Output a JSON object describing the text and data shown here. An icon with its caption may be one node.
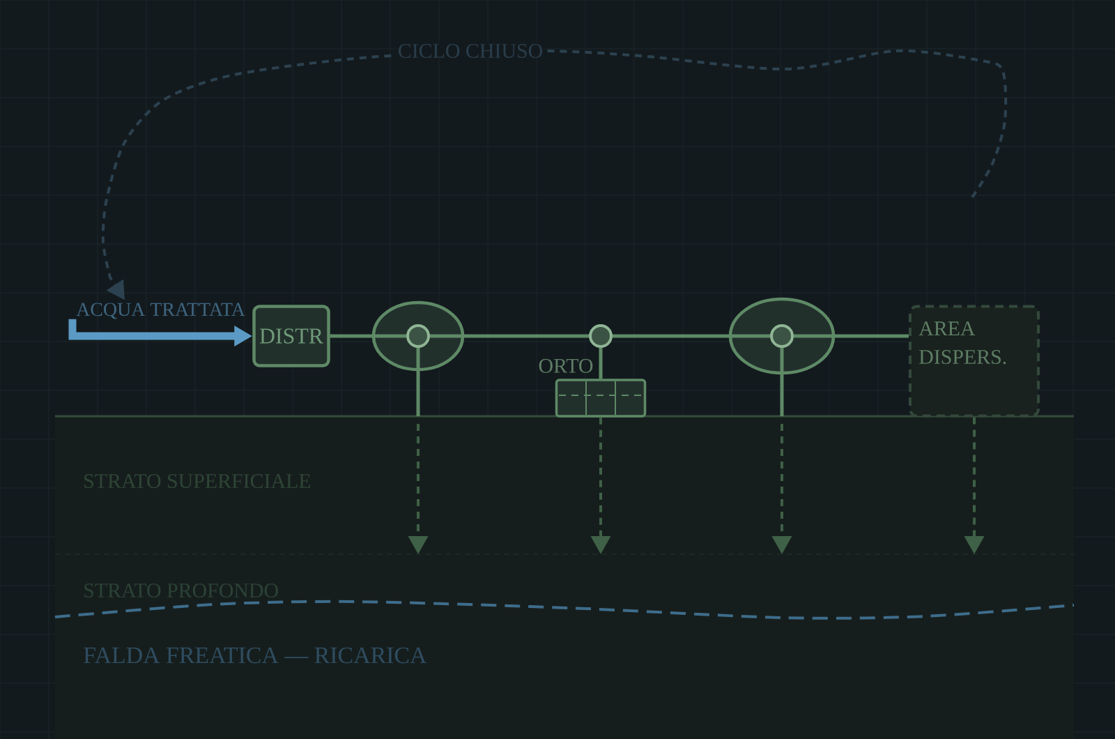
{
  "diagram": {
    "nodes": [
      {
        "text": [
          "ACQUA TRATTATA"
        ]
      },
      {
        "text": [
          "DISTR"
        ]
      },
      {
        "text": [],
        "shape": "ellipse"
      },
      {
        "text": [],
        "shape": "circle",
        "in": 2
      },
      {
        "text": [],
        "shape": "circle"
      },
      {
        "text": [
          "ORTO"
        ]
      },
      {
        "text": [],
        "shape": "ellipse"
      },
      {
        "text": [],
        "shape": "circle",
        "in": 6
      },
      {
        "text": [
          "AREA DISPERS."
        ]
      }
    ],
    "edges": [
      {
        "from": 0,
        "to": 1,
        "arrow": "to",
        "style": "thick",
        "color": "#5b9ac4"
      },
      {
        "from": 1,
        "to": 3,
        "arrow": "none"
      },
      {
        "from": 3,
        "to": 4,
        "arrow": "none"
      },
      {
        "from": 4,
        "to": 7,
        "arrow": "none"
      },
      {
        "from": 7,
        "to": 8,
        "arrow": "none"
      },
      {
        "from": 4,
        "to": 5,
        "arrow": "none"
      },
      {
        "from": 3,
        "to": null,
        "arrow": "to",
        "style": "dashed",
        "color": "#3f6147"
      },
      {
        "from": 5,
        "to": null,
        "arrow": "to",
        "style": "dashed",
        "color": "#3f6147"
      },
      {
        "from": 7,
        "to": null,
        "arrow": "to",
        "style": "dashed",
        "color": "#3f6147"
      },
      {
        "from": 8,
        "to": null,
        "arrow": "to",
        "style": "dashed",
        "color": "#3f6147"
      },
      {
        "from": null,
        "to": 0,
        "arrow": "to",
        "style": "dashed",
        "color": "#2c4250",
        "label": "CICLO CHIUSO"
      }
    ],
    "labels": [
      "STRATO SUPERFICIALE",
      "STRATO PROFONDO",
      "FALDA FREATICA — RICARICA"
    ]
  }
}
